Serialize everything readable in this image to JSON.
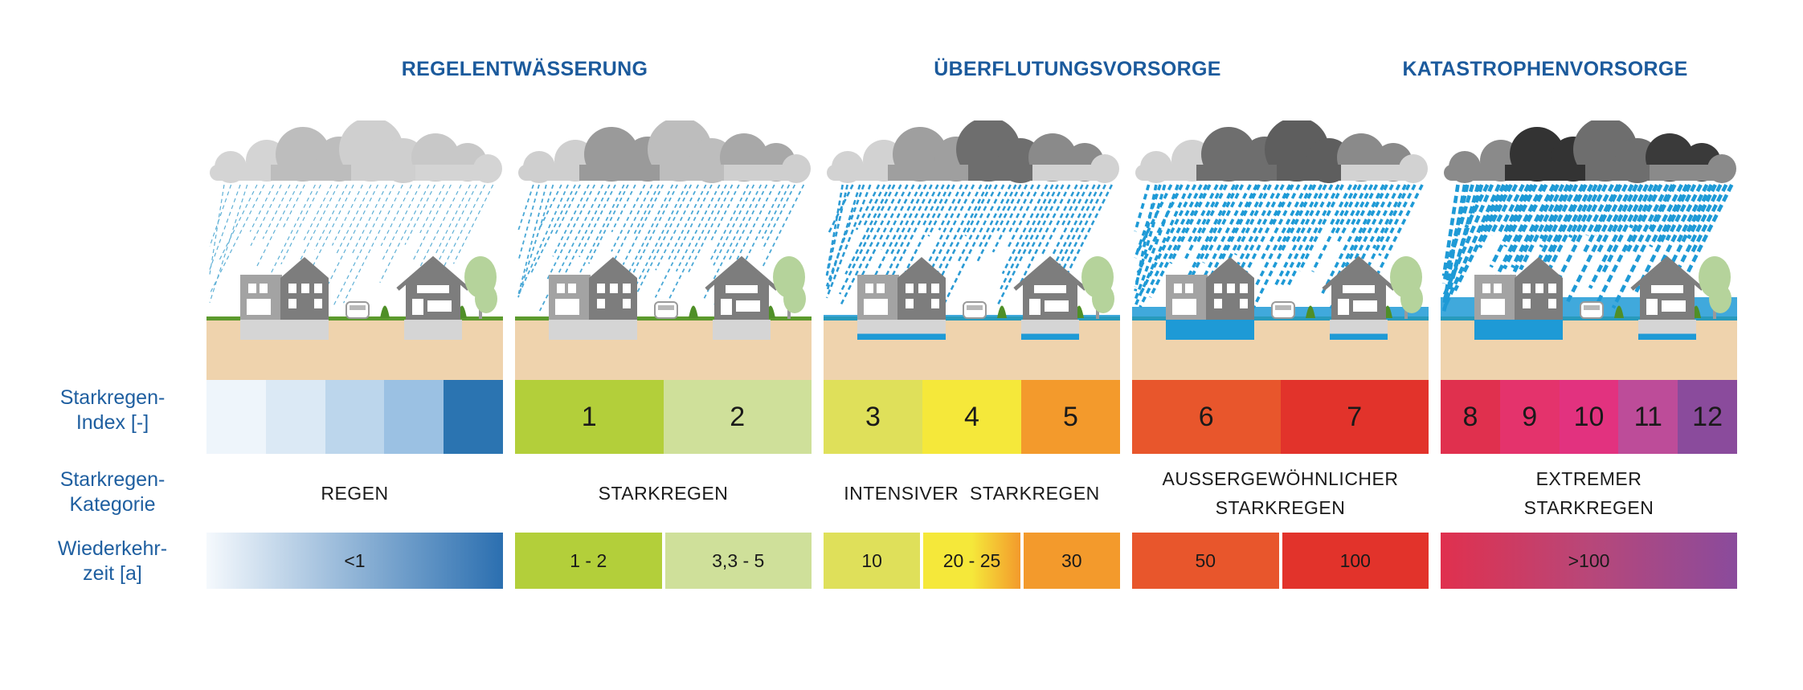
{
  "headings": [
    {
      "text": "REGELENTWÄSSERUNG",
      "center": 653
    },
    {
      "text": "ÜBERFLUTUNGSVORSORGE",
      "center": 1341
    },
    {
      "text": "KATASTROPHENVORSORGE",
      "center": 1923
    }
  ],
  "row_labels": {
    "index": [
      "Starkregen-",
      "Index [-]"
    ],
    "category": [
      "Starkregen-",
      "Kategorie"
    ],
    "return_period": [
      "Wiederkehr-",
      "zeit [a]"
    ]
  },
  "colors": {
    "heading": "#1b5a9c",
    "label": "#1f5fa0",
    "soil": "#efd3ad",
    "grass": "#5c9a2d",
    "water": "#1e9ad6",
    "rain": "#2a9ad4",
    "tree": "#b5d39b"
  },
  "panels": [
    {
      "index_cells": [
        {
          "label": "",
          "color": "#eef5fb"
        },
        {
          "label": "",
          "color": "#dbe9f5"
        },
        {
          "label": "",
          "color": "#bcd6ec"
        },
        {
          "label": "",
          "color": "#9bc1e3"
        },
        {
          "label": "",
          "color": "#2b74b1"
        }
      ],
      "category": [
        "REGEN"
      ],
      "return_cells": [
        {
          "label": "<1",
          "colors": [
            "#f5f9fd",
            "#2b6fb0"
          ]
        }
      ],
      "scene": {
        "clouds": [
          "#d4d4d4",
          "#bdbdbd",
          "#cfcfcf",
          "#c8c8c8"
        ],
        "rain_count": 34,
        "rain_width": 1.2,
        "rain_dash": "5 4",
        "rain_color": "#5fb0d6",
        "surface_water": 0,
        "basement_water": [
          0,
          0
        ]
      }
    },
    {
      "index_cells": [
        {
          "label": "1",
          "color": "#b3cf3a"
        },
        {
          "label": "2",
          "color": "#cfe09a"
        }
      ],
      "category": [
        "STARKREGEN"
      ],
      "return_cells": [
        {
          "label": "1 - 2",
          "colors": [
            "#b3cf3a"
          ]
        },
        {
          "label": "3,3 - 5",
          "colors": [
            "#cfe09a"
          ]
        }
      ],
      "scene": {
        "clouds": [
          "#cfcfcf",
          "#9a9a9a",
          "#bdbdbd",
          "#a8a8a8"
        ],
        "rain_count": 40,
        "rain_width": 1.8,
        "rain_dash": "5 4",
        "rain_color": "#4aa8d6",
        "surface_water": 0,
        "basement_water": [
          0,
          0
        ]
      }
    },
    {
      "index_cells": [
        {
          "label": "3",
          "color": "#dfe05a"
        },
        {
          "label": "4",
          "color": "#f5e83a"
        },
        {
          "label": "5",
          "color": "#f39a2c"
        }
      ],
      "category": [
        "INTENSIVER  STARKREGEN"
      ],
      "return_cells": [
        {
          "label": "10",
          "colors": [
            "#dfe05a"
          ]
        },
        {
          "label": "20 - 25",
          "colors": [
            "#f5e83a",
            "#f5e83a",
            "#f39a2c"
          ]
        },
        {
          "label": "30",
          "colors": [
            "#f39a2c"
          ]
        }
      ],
      "scene": {
        "clouds": [
          "#d2d2d2",
          "#9f9f9f",
          "#6e6e6e",
          "#8a8a8a"
        ],
        "rain_count": 46,
        "rain_width": 2.6,
        "rain_dash": "6 4",
        "rain_color": "#2a9ad4",
        "surface_water": 4,
        "basement_water": [
          0.3,
          0.3
        ]
      }
    },
    {
      "index_cells": [
        {
          "label": "6",
          "color": "#e8562c"
        },
        {
          "label": "7",
          "color": "#e2332b"
        }
      ],
      "category": [
        "AUSSERGEWÖHNLICHER",
        "STARKREGEN"
      ],
      "return_cells": [
        {
          "label": "50",
          "colors": [
            "#e8562c"
          ]
        },
        {
          "label": "100",
          "colors": [
            "#e2332b"
          ]
        }
      ],
      "scene": {
        "clouds": [
          "#d2d2d2",
          "#6e6e6e",
          "#5e5e5e",
          "#8a8a8a"
        ],
        "rain_count": 50,
        "rain_width": 3.6,
        "rain_dash": "7 5",
        "rain_color": "#1e9ad6",
        "surface_water": 14,
        "basement_water": [
          1,
          0.3
        ]
      }
    },
    {
      "index_cells": [
        {
          "label": "8",
          "color": "#e0304e"
        },
        {
          "label": "9",
          "color": "#e4336c"
        },
        {
          "label": "10",
          "color": "#e2327f"
        },
        {
          "label": "11",
          "color": "#bd4c99"
        },
        {
          "label": "12",
          "color": "#8a4b9c"
        }
      ],
      "category": [
        "EXTREMER",
        "STARKREGEN"
      ],
      "return_cells": [
        {
          "label": ">100",
          "colors": [
            "#e0304e",
            "#b84779",
            "#8a4b9c"
          ]
        }
      ],
      "scene": {
        "clouds": [
          "#8a8a8a",
          "#333333",
          "#6e6e6e",
          "#3a3a3a"
        ],
        "rain_count": 56,
        "rain_width": 4.6,
        "rain_dash": "9 5",
        "rain_color": "#1e9ad6",
        "surface_water": 26,
        "basement_water": [
          1,
          0.3
        ]
      }
    }
  ]
}
